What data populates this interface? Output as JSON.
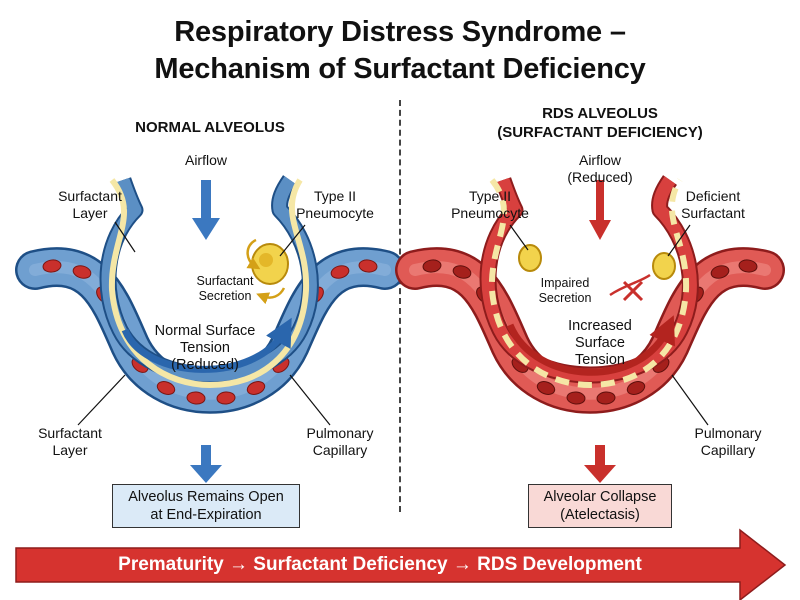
{
  "title_line1": "Respiratory Distress Syndrome –",
  "title_line2": "Mechanism of Surfactant Deficiency",
  "colors": {
    "normal_wall": "#5b8fc4",
    "normal_wall_dark": "#1e4f86",
    "rds_wall": "#d8403e",
    "rds_wall_dark": "#8e1c1c",
    "surfactant": "#f5e7a6",
    "rbc": "#c9302c",
    "banner": "#d6332f",
    "normal_box": "#dbeaf7",
    "rds_box": "#f9d9d6"
  },
  "normal": {
    "heading": "NORMAL ALVEOLUS",
    "airflow": "Airflow",
    "surfactant_layer_top": [
      "Surfactant",
      "Layer"
    ],
    "type2": [
      "Type II",
      "Pneumocyte"
    ],
    "secretion": [
      "Surfactant",
      "Secretion"
    ],
    "tension": [
      "Normal Surface",
      "Tension",
      "(Reduced)"
    ],
    "surfactant_layer_bottom": [
      "Surfactant",
      "Layer"
    ],
    "capillary": [
      "Pulmonary",
      "Capillary"
    ],
    "result": [
      "Alveolus Remains Open",
      "at End-Expiration"
    ]
  },
  "rds": {
    "heading": [
      "RDS ALVEOLUS",
      "(SURFACTANT DEFICIENCY)"
    ],
    "airflow": [
      "Airflow",
      "(Reduced)"
    ],
    "type2": [
      "Type II",
      "Pneumocyte"
    ],
    "deficient": [
      "Deficient",
      "Surfactant"
    ],
    "secretion": [
      "Impaired",
      "Secretion"
    ],
    "tension": [
      "Increased",
      "Surface",
      "Tension"
    ],
    "capillary": [
      "Pulmonary",
      "Capillary"
    ],
    "result": [
      "Alveolar Collapse",
      "(Atelectasis)"
    ]
  },
  "banner": "Prematurity → Surfactant Deficiency → RDS Development"
}
